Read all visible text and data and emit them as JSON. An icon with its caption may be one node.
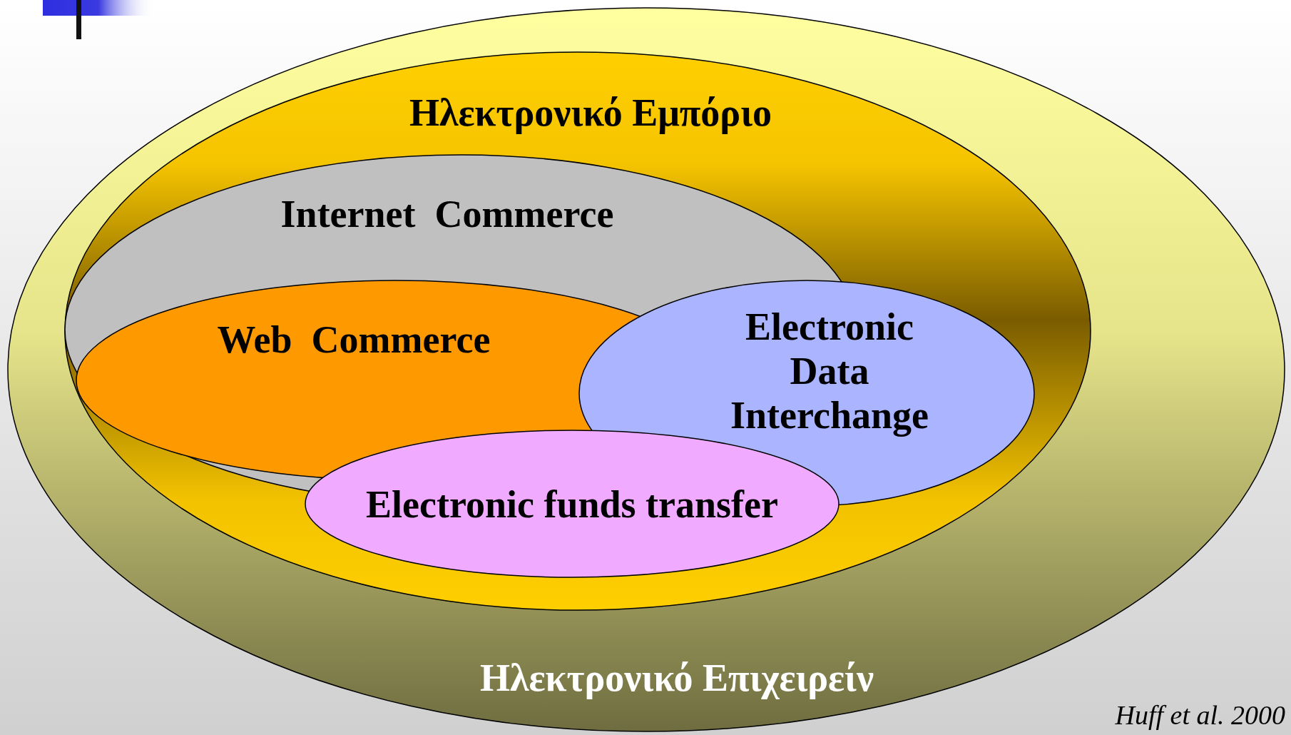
{
  "diagram": {
    "nodes": [
      {
        "text": [
          "Ηλεκτρονικό Επιχειρείν"
        ]
      },
      {
        "text": [
          "Ηλεκτρονικό Εμπόριο"
        ],
        "in": 0
      },
      {
        "text": [
          "Internet  Commerce"
        ],
        "in": 1
      },
      {
        "text": [
          "Web  Commerce"
        ],
        "in": 2
      },
      {
        "text": [
          "Electronic Data Interchange"
        ],
        "in": 1
      },
      {
        "text": [
          "Electronic funds transfer"
        ],
        "in": 1
      }
    ],
    "edges": [],
    "labels": [
      "Huff et al. 2000"
    ]
  }
}
